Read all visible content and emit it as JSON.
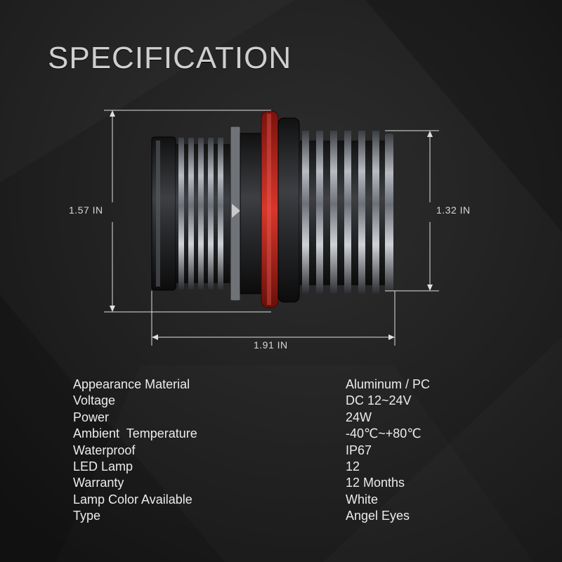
{
  "title": "SPECIFICATION",
  "dimensions": {
    "height": "1.57 IN",
    "inner_height": "1.32 IN",
    "length": "1.91 IN"
  },
  "specs": [
    {
      "label": "Appearance Material",
      "value": "Aluminum / PC"
    },
    {
      "label": "Voltage",
      "value": "DC 12~24V"
    },
    {
      "label": "Power",
      "value": "24W"
    },
    {
      "label": "Ambient  Temperature",
      "value": "-40℃~+80℃"
    },
    {
      "label": "Waterproof",
      "value": "IP67"
    },
    {
      "label": "LED Lamp",
      "value": "12"
    },
    {
      "label": "Warranty",
      "value": "12 Months"
    },
    {
      "label": "Lamp Color Available",
      "value": "White"
    },
    {
      "label": "Type",
      "value": "Angel Eyes"
    }
  ],
  "colors": {
    "background": "#1c1c1c",
    "oring": "#c8251b",
    "metal": "#8a8f96"
  }
}
